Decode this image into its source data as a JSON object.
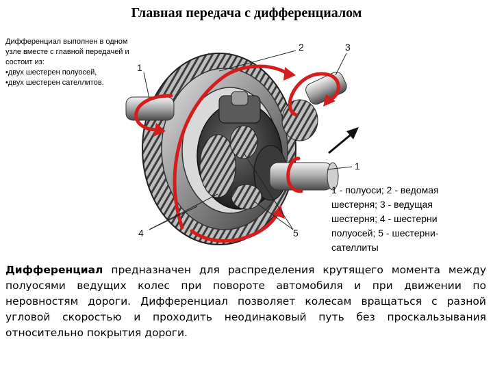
{
  "title": "Главная передача с дифференциалом",
  "intro": {
    "lines": [
      "Дифференциал выполнен в одном",
      "узле вместе с главной передачей и",
      "состоит из:",
      "•двух шестерен полуосей,",
      "•двух шестерен сателлитов."
    ]
  },
  "diagram": {
    "labels": [
      "1",
      "2",
      "3",
      "1",
      "4",
      "5"
    ]
  },
  "legend": {
    "lines": [
      "1 - полуоси; 2 - ведомая",
      "шестерня; 3 - ведущая",
      "шестерня; 4 - шестерни",
      "полуосей; 5 - шестерни-",
      "сателлиты"
    ]
  },
  "description": {
    "term": "Дифференциал",
    "text": " предназначен для распределения крутящего момента между полуосями ведущих колес при повороте автомобиля и при движении по неровностям дороги. Дифференциал позволяет колесам вращаться с разной угловой скоростью и проходить неодинаковый путь без проскальзывания относительно покрытия дороги."
  },
  "colors": {
    "arrow": "#d41e1e",
    "metal": "#9a9a9a",
    "dark": "#2a2a2a"
  }
}
